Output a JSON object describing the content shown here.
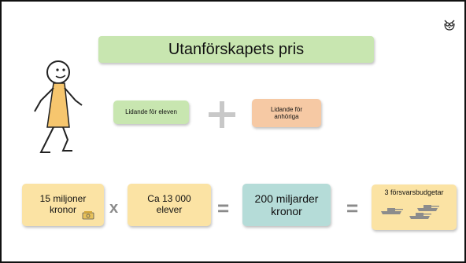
{
  "title": "Utanförskapets pris",
  "row1": {
    "box_left": "Lidande för eleven",
    "operator": "+",
    "box_right": "Lidande för anhöriga"
  },
  "row2": {
    "cost_per_student": "15 miljoner kronor",
    "times": "x",
    "students": "Ca 13 000 elever",
    "equals1": "=",
    "total": "200 miljarder kronor",
    "equals2": "=",
    "comparison": "3 försvarsbudgetar"
  },
  "icons": [
    "stick-figure-icon",
    "owl-logo-icon",
    "money-icon",
    "tank-icon"
  ],
  "colors": {
    "green": "#c8e6b0",
    "peach": "#f6c9a4",
    "yellow": "#fbe3a4",
    "teal": "#b5dcd8"
  }
}
